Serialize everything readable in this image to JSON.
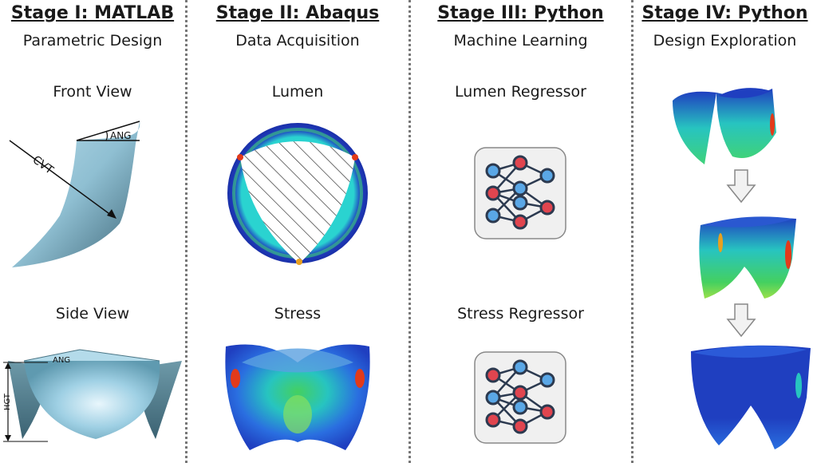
{
  "stages": [
    {
      "title": "Stage I: MATLAB",
      "subtitle": "Parametric Design",
      "top_label": "Front View",
      "bottom_label": "Side View",
      "annotations": {
        "angle": "ANG",
        "cvt": "CVT",
        "height": "HGT"
      }
    },
    {
      "title": "Stage II: Abaqus",
      "subtitle": "Data Acquisition",
      "top_label": "Lumen",
      "bottom_label": "Stress"
    },
    {
      "title": "Stage III: Python",
      "subtitle": "Machine Learning",
      "top_label": "Lumen Regressor",
      "bottom_label": "Stress Regressor"
    },
    {
      "title": "Stage IV: Python",
      "subtitle": "Design Exploration"
    }
  ],
  "colors": {
    "valve_blue": "#9cc9dc",
    "valve_dark": "#4a7585",
    "stress_low": "#1f3fc0",
    "stress_mid": "#27c4c0",
    "stress_high": "#e23a1a",
    "separator": "#777777",
    "nn_red": "#e0454f",
    "nn_blue": "#5aa7e6"
  }
}
